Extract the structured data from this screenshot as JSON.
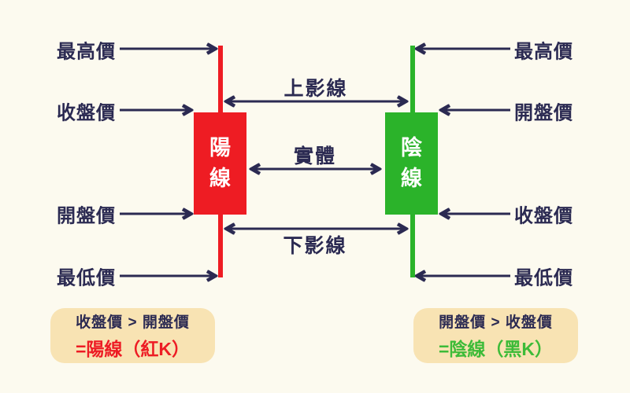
{
  "colors": {
    "background": "#FCFAEF",
    "text": "#2B2A52",
    "red": "#EE1C23",
    "green": "#2BB32A",
    "note_bg": "#F8E3B3",
    "note_red": "#ED1C24",
    "note_green": "#3DBB38"
  },
  "left_candle": {
    "name": "陽線",
    "label_high": "最高價",
    "label_close": "收盤價",
    "label_open": "開盤價",
    "label_low": "最低價"
  },
  "right_candle": {
    "name": "陰線",
    "label_high": "最高價",
    "label_open": "開盤價",
    "label_close": "收盤價",
    "label_low": "最低價"
  },
  "annotations": {
    "upper_shadow": "上影線",
    "body": "實體",
    "lower_shadow": "下影線"
  },
  "notes": {
    "left": {
      "condition": "收盤價 > 開盤價",
      "result": "=陽線（紅K）"
    },
    "right": {
      "condition": "開盤價 > 收盤價",
      "result": "=陰線（黑K）"
    }
  }
}
